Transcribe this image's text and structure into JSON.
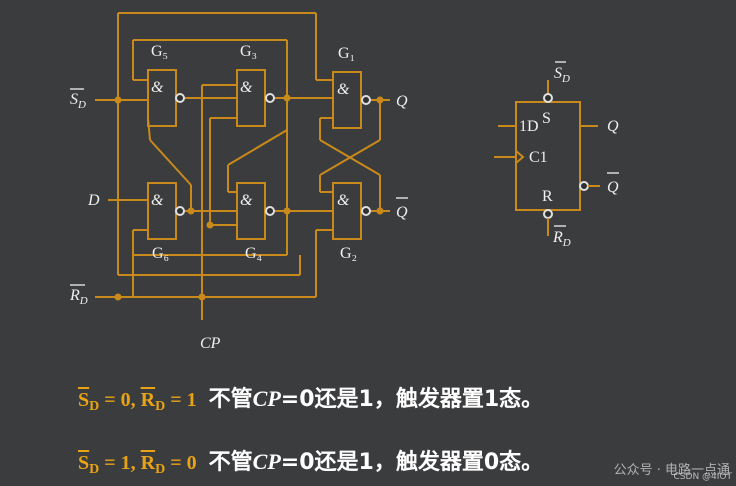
{
  "circuit": {
    "gates": {
      "g5": {
        "name": "G₅",
        "symbol": "&"
      },
      "g3": {
        "name": "G₃",
        "symbol": "&"
      },
      "g1": {
        "name": "G₁",
        "symbol": "&"
      },
      "g6": {
        "name": "G₆",
        "symbol": "&"
      },
      "g4": {
        "name": "G₄",
        "symbol": "&"
      },
      "g2": {
        "name": "G₂",
        "symbol": "&"
      }
    },
    "inputs": {
      "sd": {
        "letter": "S",
        "sub": "D"
      },
      "d": {
        "letter": "D"
      },
      "rd": {
        "letter": "R",
        "sub": "D"
      },
      "cp": {
        "letter": "CP"
      }
    },
    "outputs": {
      "q": "Q",
      "qbar": "Q"
    }
  },
  "symbol_block": {
    "sd_letter": "S",
    "sd_sub": "D",
    "rd_letter": "R",
    "rd_sub": "D",
    "pin_s": "S",
    "pin_1d": "1D",
    "pin_c1": "C1",
    "pin_r": "R",
    "out_q": "Q",
    "out_qbar": "Q"
  },
  "statements": [
    {
      "s_letter": "S",
      "s_sub": "D",
      "s_val": " = 0, ",
      "r_letter": "R",
      "r_sub": "D",
      "r_val": " = 1",
      "t1": "不管",
      "t_cp": "CP",
      "t2": "=0还是1，触发器置1态。"
    },
    {
      "s_letter": "S",
      "s_sub": "D",
      "s_val": " = 1, ",
      "r_letter": "R",
      "r_sub": "D",
      "r_val": " = 0",
      "t1": "不管",
      "t_cp": "CP",
      "t2": "=0还是1，触发器置0态。"
    }
  ],
  "watermark": {
    "main": "公众号 · 电路一点通",
    "csdn": "CSDN @4IOT"
  }
}
